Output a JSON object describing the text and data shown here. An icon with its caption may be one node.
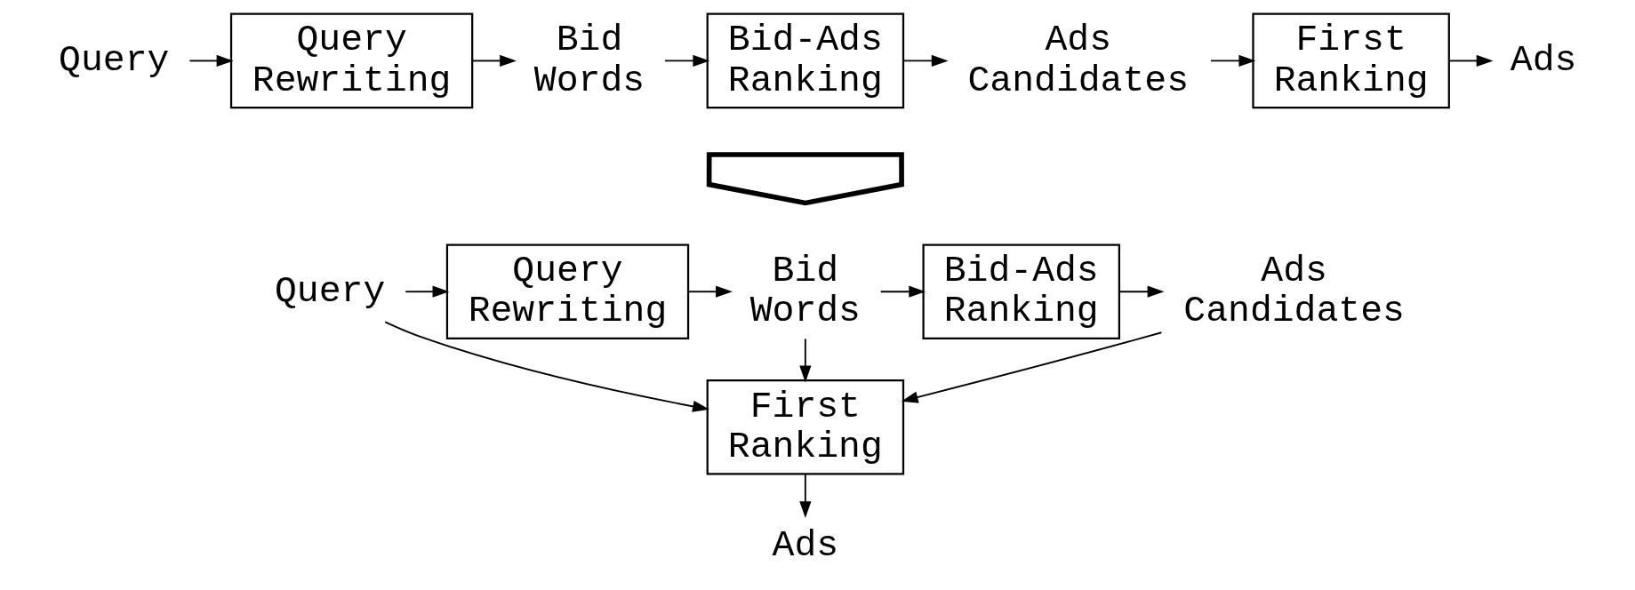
{
  "diagram": {
    "nodes": [
      {
        "text": [
          "Query"
        ]
      },
      {
        "text": [
          "Query Rewriting"
        ]
      },
      {
        "text": [
          "Bid Words"
        ]
      },
      {
        "text": [
          "Bid-Ads Ranking"
        ]
      },
      {
        "text": [
          "Ads Candidates"
        ]
      },
      {
        "text": [
          "First Ranking"
        ]
      },
      {
        "text": [
          "Ads"
        ]
      },
      {
        "text": [],
        "shape": "arrow"
      },
      {
        "text": [
          "Query"
        ]
      },
      {
        "text": [
          "Query Rewriting"
        ]
      },
      {
        "text": [
          "Bid Words"
        ]
      },
      {
        "text": [
          "Bid-Ads Ranking"
        ]
      },
      {
        "text": [
          "Ads Candidates"
        ]
      },
      {
        "text": [
          "First Ranking"
        ]
      },
      {
        "text": [
          "Ads"
        ]
      }
    ],
    "edges": [
      {
        "from": 0,
        "to": 1,
        "arrow": "to"
      },
      {
        "from": 1,
        "to": 2,
        "arrow": "to"
      },
      {
        "from": 2,
        "to": 3,
        "arrow": "to"
      },
      {
        "from": 3,
        "to": 4,
        "arrow": "to"
      },
      {
        "from": 4,
        "to": 5,
        "arrow": "to"
      },
      {
        "from": 5,
        "to": 6,
        "arrow": "to"
      },
      {
        "from": 8,
        "to": 9,
        "arrow": "to"
      },
      {
        "from": 9,
        "to": 10,
        "arrow": "to"
      },
      {
        "from": 10,
        "to": 11,
        "arrow": "to"
      },
      {
        "from": 11,
        "to": 12,
        "arrow": "to"
      },
      {
        "from": 10,
        "to": 13,
        "arrow": "to"
      },
      {
        "from": 8,
        "to": 13,
        "arrow": "to"
      },
      {
        "from": 12,
        "to": 13,
        "arrow": "to"
      },
      {
        "from": 13,
        "to": 14,
        "arrow": "to"
      }
    ]
  }
}
